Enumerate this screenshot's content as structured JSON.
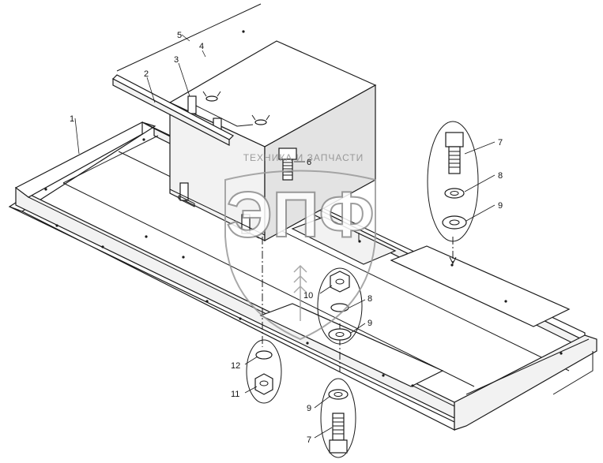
{
  "watermark": {
    "caption": "ТЕХНИКА И ЗАПЧАСТИ",
    "logo": "ЭПФ"
  },
  "callouts": {
    "c1": "1",
    "c2": "2",
    "c3": "3",
    "c4": "4",
    "c5": "5",
    "c6": "6",
    "c7_top": "7",
    "c8_top": "8",
    "c9_top": "9",
    "c10": "10",
    "c8_mid": "8",
    "c9_mid": "9",
    "c12": "12",
    "c11": "11",
    "c9_bot": "9",
    "c7_bot": "7"
  },
  "colors": {
    "line": "#1a1a1a",
    "watermark": "#8c8c8c",
    "background": "#ffffff"
  }
}
